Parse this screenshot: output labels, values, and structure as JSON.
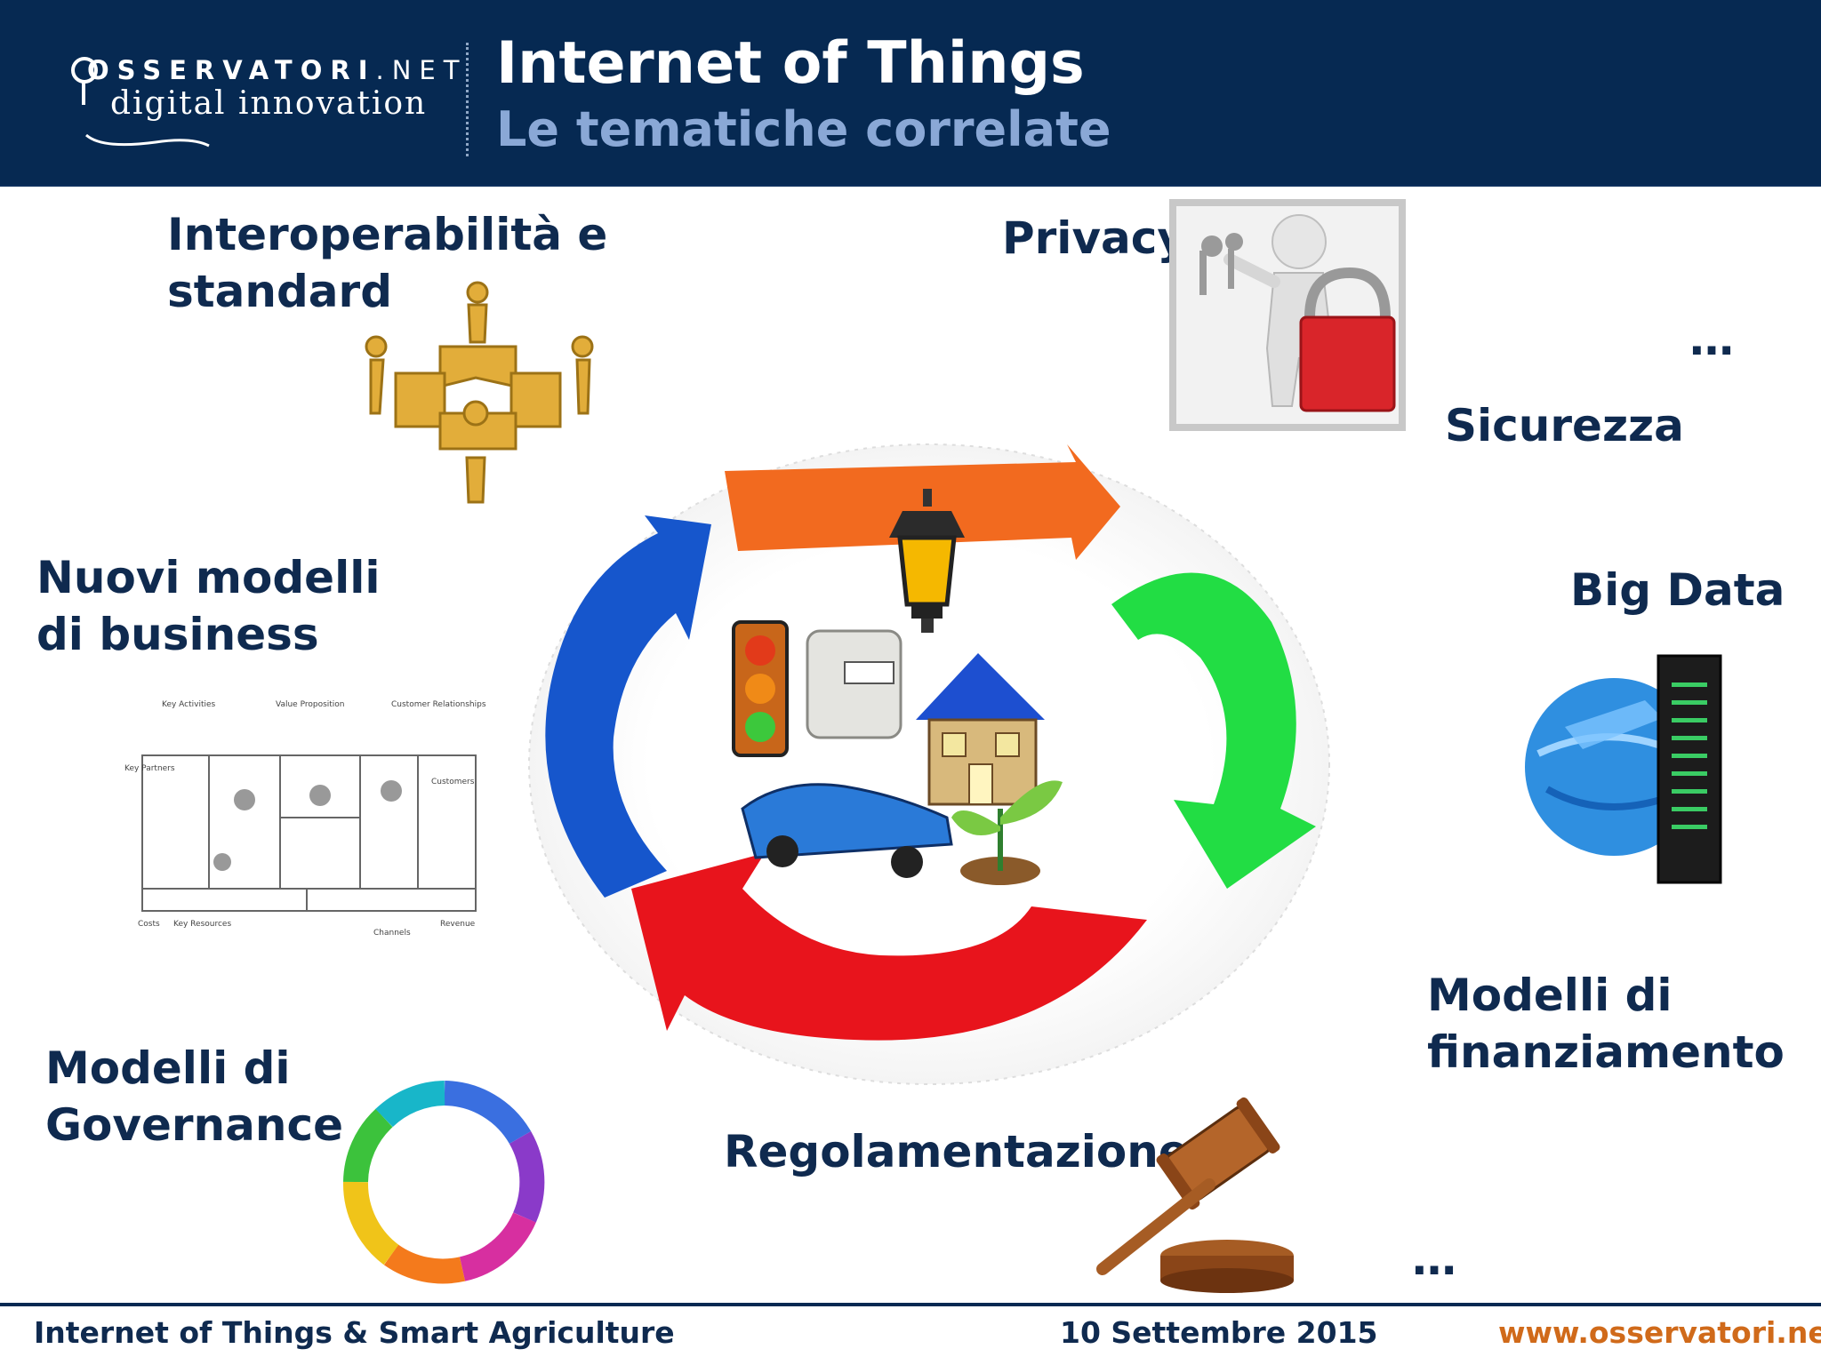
{
  "header": {
    "logo_top": "OSSERVATORI",
    "logo_top_suffix": ".NET",
    "logo_bottom": "digital innovation",
    "title": "Internet of Things",
    "subtitle": "Le tematiche correlate"
  },
  "topics": {
    "interop_line1": "Interoperabilità e",
    "interop_line2": "standard",
    "privacy": "Privacy",
    "ellipsis_top": "…",
    "sicurezza": "Sicurezza",
    "nuovi_line1": "Nuovi modelli",
    "nuovi_line2": "di business",
    "bigdata": "Big Data",
    "finanz_line1": "Modelli di",
    "finanz_line2": "finanziamento",
    "gov_line1": "Modelli di",
    "gov_line2": "Governance",
    "regolamentazione": "Regolamentazione",
    "ellipsis_bottom": "…"
  },
  "canvas_labels": {
    "key_activities": "Key Activities",
    "value_proposition": "Value Proposition",
    "customer_relationships": "Customer Relationships",
    "key_partners": "Key Partners",
    "customers": "Customers",
    "costs": "Costs",
    "key_resources": "Key Resources",
    "channels": "Channels",
    "revenue": "Revenue"
  },
  "footer": {
    "left": "Internet of Things & Smart Agriculture",
    "date": "10 Settembre 2015",
    "url": "www.osservatori.net"
  },
  "colors": {
    "header_bg": "#062952",
    "arrow_orange": "#f26a1f",
    "arrow_green": "#22dd44",
    "arrow_red": "#e8141c",
    "arrow_blue": "#1656cc",
    "url_orange": "#d06a1a"
  },
  "icons": [
    "lock-key-figure-icon",
    "puzzle-figures-icon",
    "globe-server-icon",
    "business-canvas-icon",
    "people-ring-icon",
    "gavel-icon",
    "street-lamp-icon",
    "traffic-light-icon",
    "gas-meter-icon",
    "house-icon",
    "car-icon",
    "plant-icon"
  ]
}
